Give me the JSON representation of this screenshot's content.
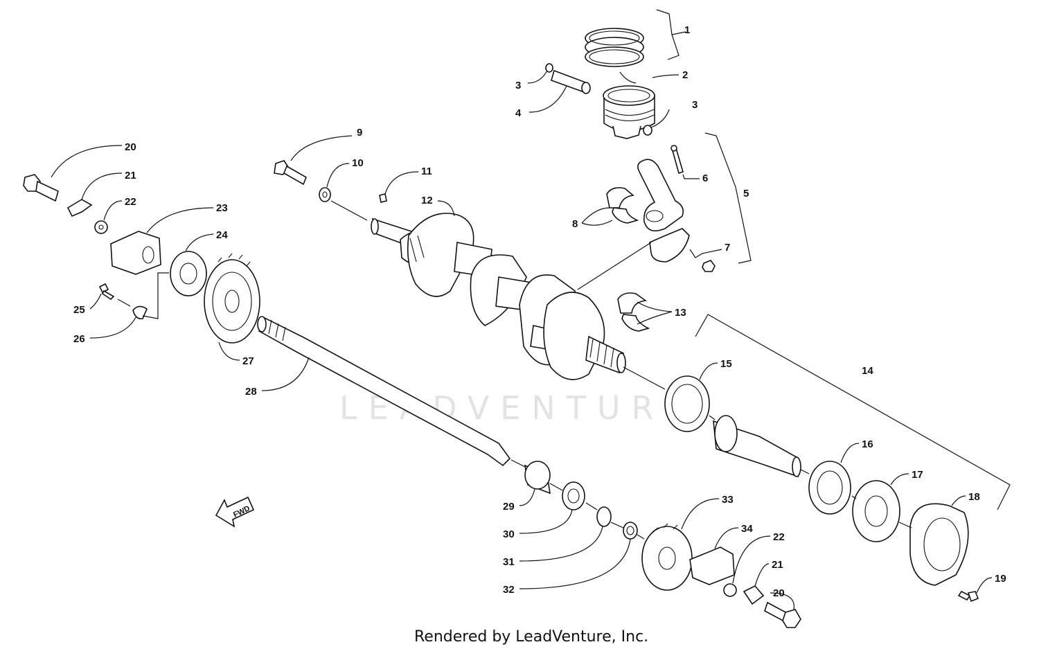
{
  "watermark": "LEADVENTURE",
  "footer": "Rendered by LeadVenture, Inc.",
  "fwd_label": "FWD",
  "callouts": {
    "c1": "1",
    "c2": "2",
    "c3a": "3",
    "c3b": "3",
    "c4": "4",
    "c5": "5",
    "c6": "6",
    "c7": "7",
    "c8": "8",
    "c9": "9",
    "c10": "10",
    "c11": "11",
    "c12": "12",
    "c13": "13",
    "c14": "14",
    "c15": "15",
    "c16": "16",
    "c17": "17",
    "c18": "18",
    "c19": "19",
    "c20a": "20",
    "c20b": "20",
    "c21a": "21",
    "c21b": "21",
    "c22a": "22",
    "c22b": "22",
    "c23": "23",
    "c24": "24",
    "c25": "25",
    "c26": "26",
    "c27": "27",
    "c28": "28",
    "c29": "29",
    "c30": "30",
    "c31": "31",
    "c32": "32",
    "c33": "33",
    "c34": "34"
  }
}
